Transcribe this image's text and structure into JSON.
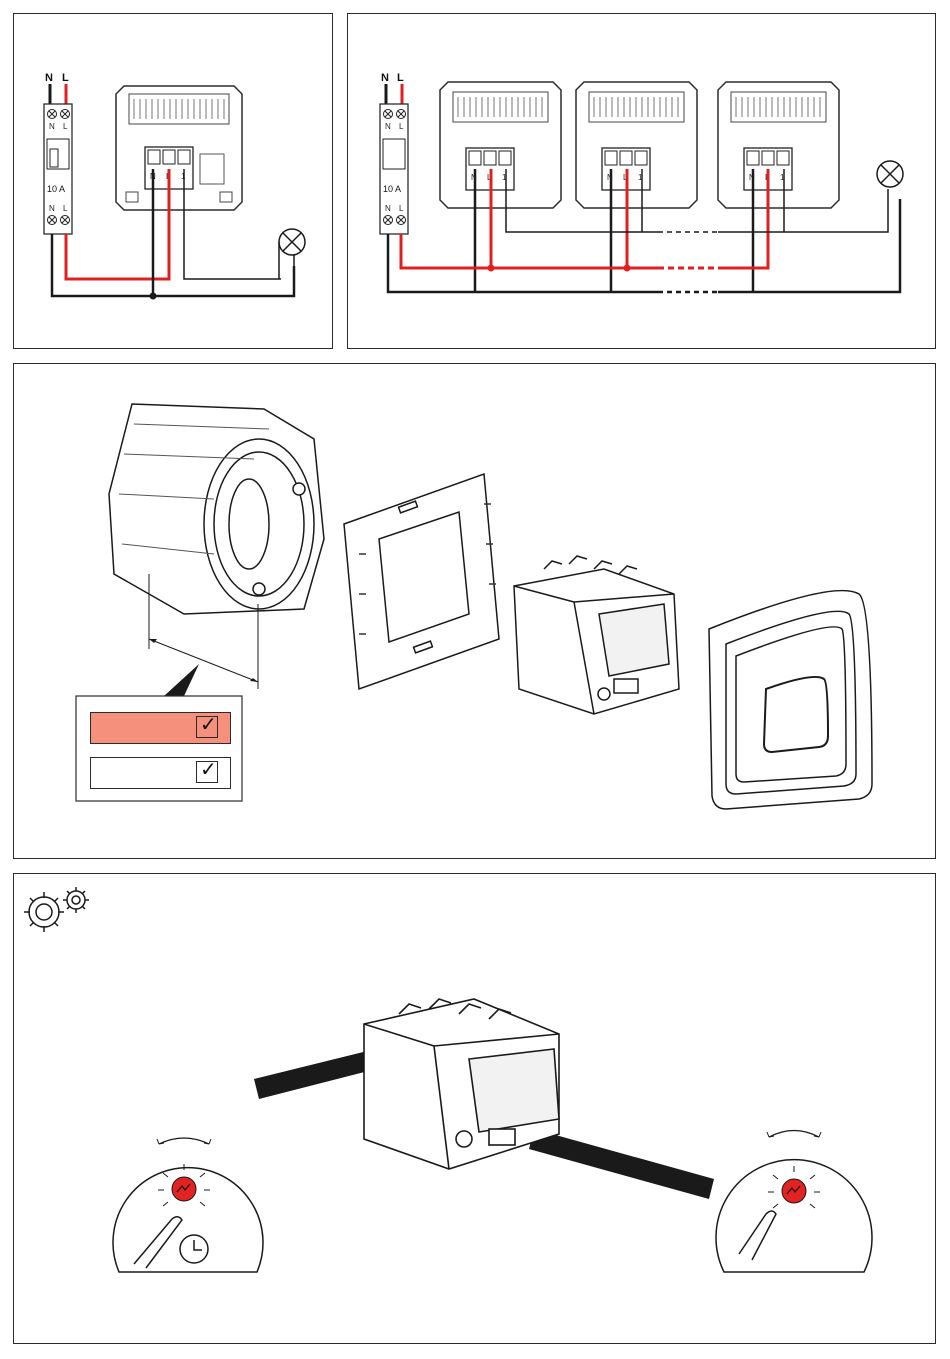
{
  "colors": {
    "live": "#e02020",
    "neutral": "#1a1a1a",
    "salmon": "#f4907b",
    "indicator": "#e32222",
    "outline": "#2b2b2b"
  },
  "wiring_single": {
    "label_N": "N",
    "label_L": "L",
    "breaker_rating": "10 A",
    "breaker_top_N": "N",
    "breaker_top_L": "L",
    "breaker_bot_N": "N",
    "breaker_bot_L": "L",
    "terminal_N": "N",
    "terminal_L": "L",
    "terminal_1": "1",
    "lamp_icon": "lamp-icon"
  },
  "wiring_multi": {
    "label_N": "N",
    "label_L": "L",
    "breaker_rating": "10 A",
    "breaker_top_N": "N",
    "breaker_top_L": "L",
    "breaker_bot_N": "N",
    "breaker_bot_L": "L",
    "detector_terminals": [
      {
        "n": "N",
        "l": "L",
        "one": "1"
      },
      {
        "n": "N",
        "l": "L",
        "one": "1"
      },
      {
        "n": "N",
        "l": "L",
        "one": "1"
      }
    ],
    "lamp_icon": "lamp-icon"
  },
  "assembly": {
    "parts": [
      "mounting-box-icon",
      "support-frame-icon",
      "detector-mechanism-icon",
      "cover-plate-icon"
    ],
    "checkboxes": [
      {
        "checked": true,
        "highlight": "#f4907b",
        "icon": "checkmark-icon"
      },
      {
        "checked": true,
        "highlight": "#ffffff",
        "icon": "checkmark-icon"
      }
    ]
  },
  "settings": {
    "header_icon": "gears-icon",
    "left_zoom": {
      "icons": [
        "rotate-arrows-icon",
        "indicator-led-icon",
        "screwdriver-icon",
        "clock-icon"
      ]
    },
    "right_zoom": {
      "icons": [
        "rotate-arrows-icon",
        "indicator-led-icon",
        "screwdriver-icon"
      ]
    }
  }
}
